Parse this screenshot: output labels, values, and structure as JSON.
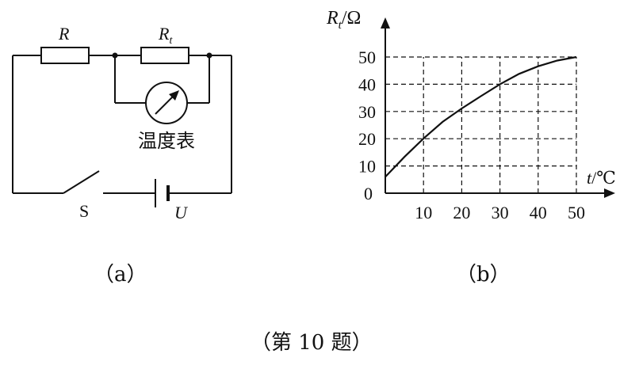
{
  "circuit": {
    "resistor_r": "R",
    "resistor_rt_main": "R",
    "resistor_rt_sub": "t",
    "meter_label": "温度表",
    "switch_label": "S",
    "voltage_label": "U",
    "panel_label": "（a）"
  },
  "graph": {
    "panel_label": "（b）",
    "caption": "（第 10 题）"
  },
  "chart_data": {
    "type": "line",
    "ylabel_main": "R",
    "ylabel_sub": "t",
    "ylabel_unit": "/Ω",
    "xlabel_main": "t",
    "xlabel_unit": "/℃",
    "origin_label": "0",
    "xlim": [
      0,
      50
    ],
    "ylim": [
      0,
      50
    ],
    "x_ticks": [
      "10",
      "20",
      "30",
      "40",
      "50"
    ],
    "y_ticks": [
      "10",
      "20",
      "30",
      "40",
      "50"
    ],
    "grid": "dashed",
    "series": [
      {
        "x": [
          0,
          5,
          10,
          15,
          20,
          25,
          30,
          35,
          40,
          45,
          50
        ],
        "y": [
          6,
          13.3,
          20.1,
          26.2,
          31.1,
          35.6,
          40,
          43.8,
          46.6,
          48.7,
          50
        ]
      }
    ]
  }
}
